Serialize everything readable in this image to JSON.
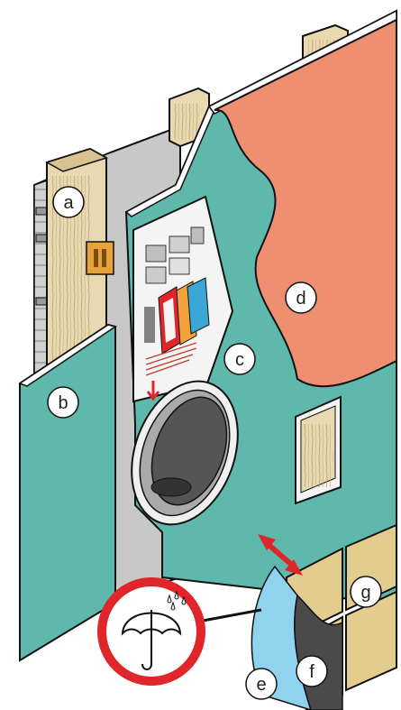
{
  "labels": {
    "a": "a",
    "b": "b",
    "c": "c",
    "d": "d",
    "e": "e",
    "f": "f",
    "g": "g"
  },
  "colors": {
    "background": "#ffffff",
    "teal_board": "#5fb8ac",
    "teal_dark": "#3d8f84",
    "salmon_membrane": "#ee8f72",
    "salmon_dark": "#c96a50",
    "wood": "#e8d9b0",
    "wood_grain": "#b89f6a",
    "cladding": "#e3cd8e",
    "water": "#8fd3ee",
    "ground": "#4a4a4a",
    "gray_frame": "#c8c8c8",
    "white_panel": "#f4f4f4",
    "rain_circle": "#e0262a",
    "arrow": "#e0262a",
    "outline": "#111111"
  },
  "icons": [
    "umbrella-icon",
    "rain-drops-icon",
    "double-arrow-icon",
    "warning-arrow-icon"
  ]
}
